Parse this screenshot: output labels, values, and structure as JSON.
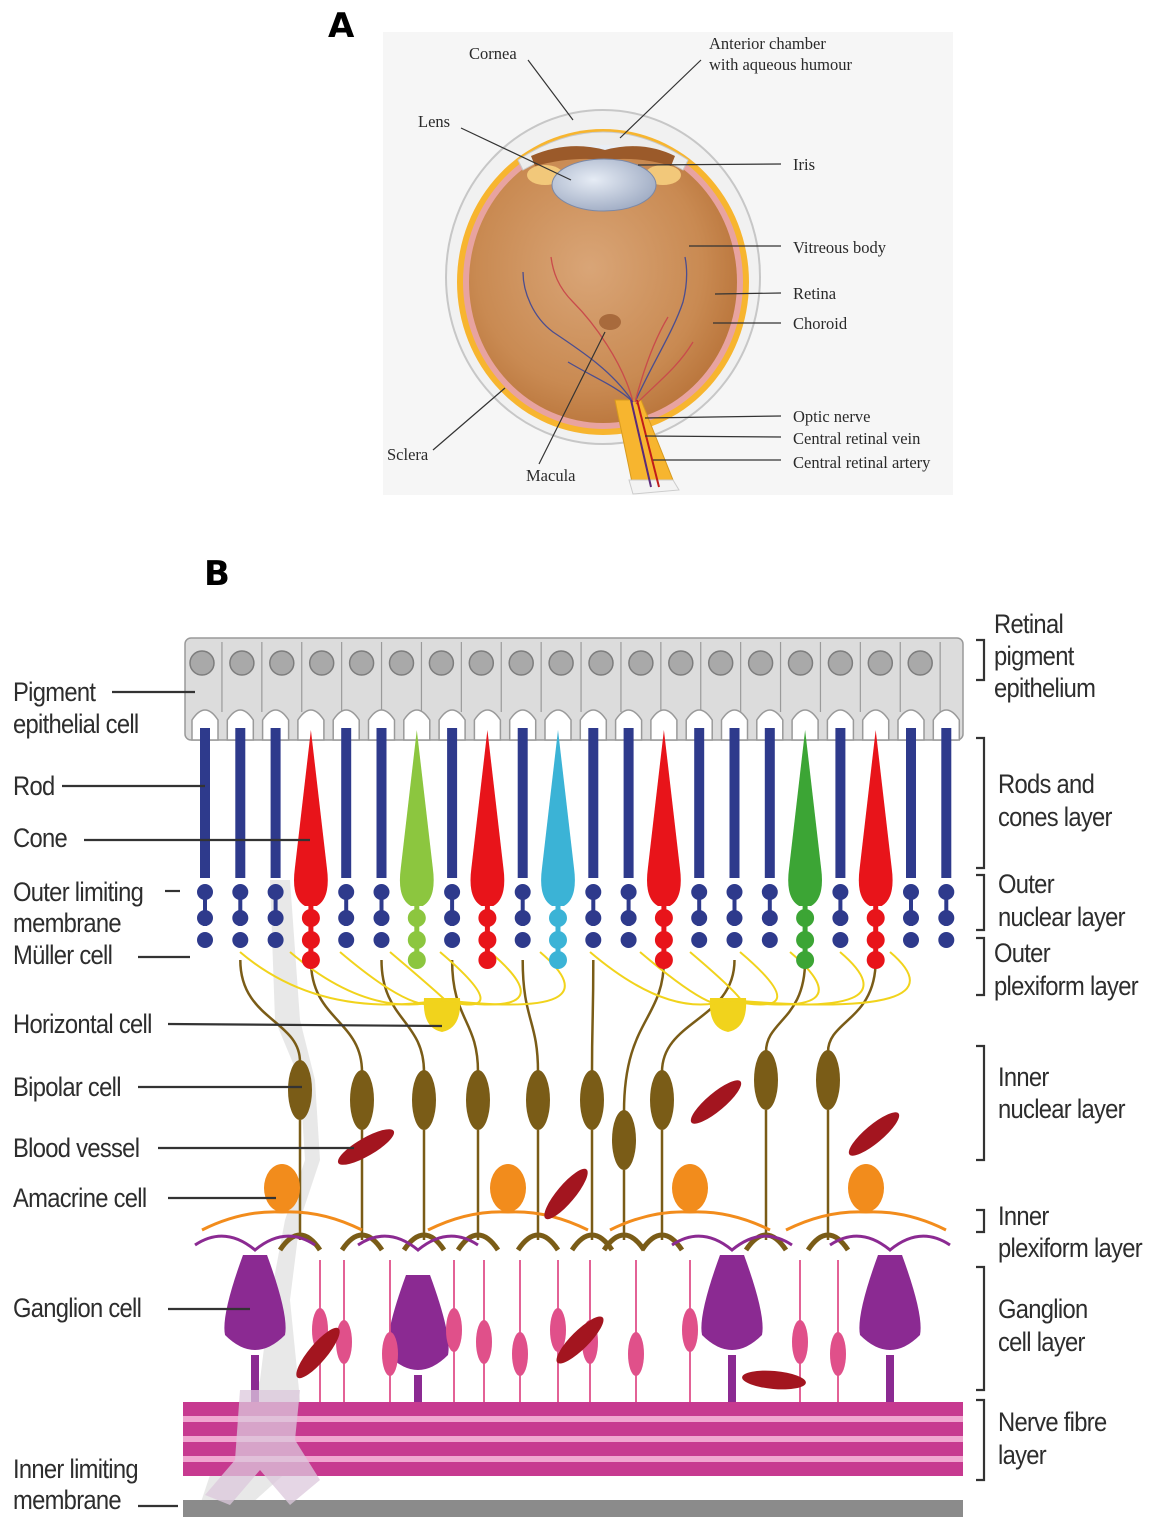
{
  "panel_a": {
    "letter": "A",
    "labels": {
      "cornea": "Cornea",
      "anterior_chamber": "Anterior chamber",
      "aqueous_humour": "with aqueous humour",
      "lens": "Lens",
      "iris": "Iris",
      "vitreous_body": "Vitreous body",
      "retina": "Retina",
      "choroid": "Choroid",
      "optic_nerve": "Optic nerve",
      "central_retinal_vein": "Central retinal vein",
      "central_retinal_artery": "Central retinal artery",
      "sclera": "Sclera",
      "macula": "Macula"
    }
  },
  "panel_b": {
    "letter": "B",
    "left_labels": {
      "pigment_cell_1": "Pigment",
      "pigment_cell_2": "epithelial cell",
      "rod": "Rod",
      "cone": "Cone",
      "olm_1": "Outer limiting",
      "olm_2": "membrane",
      "muller": "Müller cell",
      "horizontal": "Horizontal cell",
      "bipolar": "Bipolar cell",
      "blood_vessel": "Blood vessel",
      "amacrine": "Amacrine cell",
      "ganglion": "Ganglion cell",
      "ilm_1": "Inner limiting",
      "ilm_2": "membrane"
    },
    "right_labels": {
      "rpe_1": "Retinal",
      "rpe_2": "pigment",
      "rpe_3": "epithelium",
      "rods_cones_1": "Rods and",
      "rods_cones_2": "cones layer",
      "onl_1": "Outer",
      "onl_2": "nuclear layer",
      "opl_1": "Outer",
      "opl_2": "plexiform layer",
      "inl_1": "Inner",
      "inl_2": "nuclear layer",
      "ipl_1": "Inner",
      "ipl_2": "plexiform layer",
      "gcl_1": "Ganglion",
      "gcl_2": "cell layer",
      "nfl_1": "Nerve fibre",
      "nfl_2": "layer"
    },
    "photoreceptors": [
      "rod",
      "rod",
      "rod",
      "cone-red",
      "rod",
      "rod",
      "cone-green",
      "rod",
      "cone-red",
      "rod",
      "cone-blue",
      "rod",
      "rod",
      "cone-red",
      "rod",
      "rod",
      "rod",
      "cone-green",
      "rod",
      "cone-red",
      "rod",
      "rod"
    ],
    "colors": {
      "rod": "#2e3a8c",
      "cone_red": "#e8141a",
      "cone_green_light": "#8cc63f",
      "cone_green_dark": "#3ca535",
      "cone_blue": "#3bb3d6",
      "bipolar": "#7a5c17",
      "horizontal": "#f1d31c",
      "amacrine": "#f28c1c",
      "ganglion": "#8b2a92",
      "ganglion_small": "#e0508a",
      "blood": "#a3151f",
      "nerve_fibre": "#c73a90",
      "epithelium": "#dcdcdc"
    }
  }
}
